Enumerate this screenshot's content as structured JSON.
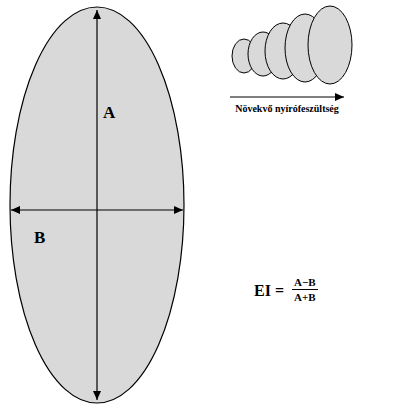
{
  "diagram": {
    "labels": [
      "A",
      "B",
      "Növekvő nyírófeszültség",
      "EI =",
      "A−B",
      "A+B"
    ]
  }
}
